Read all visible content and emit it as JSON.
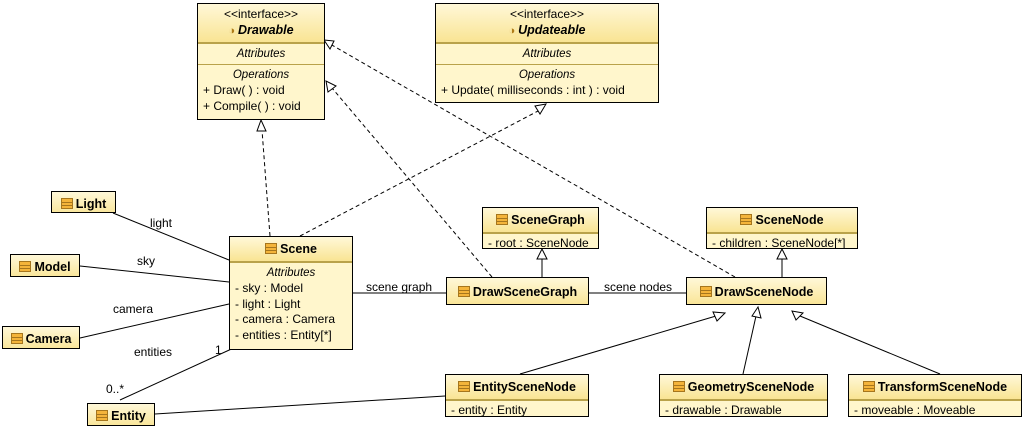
{
  "classes": {
    "drawable": {
      "stereotype": "<<interface>>",
      "name": "Drawable",
      "attributes_title": "Attributes",
      "operations_title": "Operations",
      "operations": [
        "+ Draw(  ) : void",
        "+ Compile(  ) : void"
      ]
    },
    "updateable": {
      "stereotype": "<<interface>>",
      "name": "Updateable",
      "attributes_title": "Attributes",
      "operations_title": "Operations",
      "operations": [
        "+ Update( milliseconds : int ) : void"
      ]
    },
    "light": {
      "name": "Light"
    },
    "model": {
      "name": "Model"
    },
    "camera": {
      "name": "Camera"
    },
    "entity": {
      "name": "Entity"
    },
    "scene": {
      "name": "Scene",
      "attributes_title": "Attributes",
      "attributes": [
        "- sky : Model",
        "- light : Light",
        "- camera : Camera",
        "- entities : Entity[*]"
      ]
    },
    "scene_graph": {
      "name": "SceneGraph",
      "attributes": [
        "- root : SceneNode"
      ]
    },
    "draw_scene_graph": {
      "name": "DrawSceneGraph"
    },
    "scene_node": {
      "name": "SceneNode",
      "attributes": [
        "- children : SceneNode[*]"
      ]
    },
    "draw_scene_node": {
      "name": "DrawSceneNode"
    },
    "entity_scene_node": {
      "name": "EntitySceneNode",
      "attributes": [
        "- entity : Entity"
      ]
    },
    "geometry_scene_node": {
      "name": "GeometrySceneNode",
      "attributes": [
        "- drawable : Drawable"
      ]
    },
    "transform_scene_node": {
      "name": "TransformSceneNode",
      "attributes": [
        "- moveable : Moveable"
      ]
    }
  },
  "labels": {
    "light": "light",
    "sky": "sky",
    "camera": "camera",
    "entities": "entities",
    "mult_many": "0..*",
    "mult_one": "1",
    "scene_graph": "scene graph",
    "scene_nodes": "scene nodes"
  }
}
